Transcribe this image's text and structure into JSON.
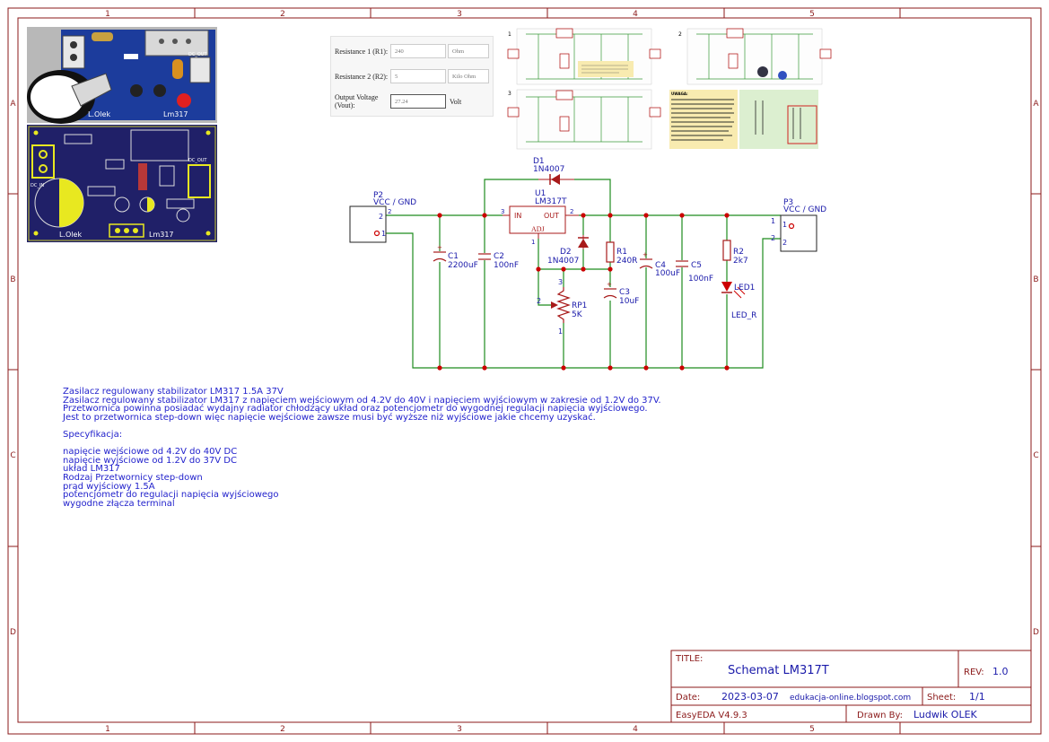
{
  "frame": {
    "columns": [
      "1",
      "2",
      "3",
      "4",
      "5"
    ],
    "rows": [
      "A",
      "B",
      "C",
      "D"
    ]
  },
  "title_block": {
    "title_label": "TITLE:",
    "title": "Schemat LM317T",
    "rev_label": "REV:",
    "rev": "1.0",
    "date_label": "Date:",
    "date": "2023-03-07",
    "site": "edukacja-online.blogspot.com",
    "sheet_label": "Sheet:",
    "sheet": "1/1",
    "tool": "EasyEDA V4.9.3",
    "drawn_label": "Drawn By:",
    "drawn_by": "Ludwik OLEK"
  },
  "calculator": {
    "r1_label": "Resistance 1 (R1):",
    "r1_value": "240",
    "r1_unit": "Ohm",
    "r2_label": "Resistance 2 (R2):",
    "r2_value": "5",
    "r2_unit": "Kilo Ohm",
    "vout_label": "Output Voltage (Vout):",
    "vout_value": "27.24",
    "vout_unit": "Volt"
  },
  "pcb_labels": {
    "author": "L.Olek",
    "model_top": "Lm317",
    "model_bottom": "Lm317",
    "dc_in": "DC_IN",
    "dc_out": "DC_OUT"
  },
  "schematic": {
    "p2_ref": "P2",
    "p2_name": "VCC / GND",
    "p3_ref": "P3",
    "p3_name": "VCC / GND",
    "d1_ref": "D1",
    "d1_val": "1N4007",
    "u1_ref": "U1",
    "u1_val": "LM317T",
    "u1_in": "IN",
    "u1_out": "OUT",
    "u1_adj": "ADJ",
    "d2_ref": "D2",
    "d2_val": "1N4007",
    "c1_ref": "C1",
    "c1_val": "2200uF",
    "c2_ref": "C2",
    "c2_val": "100nF",
    "r1_ref": "R1",
    "r1_val": "240R",
    "c3_ref": "C3",
    "c3_val": "10uF",
    "c4_ref": "C4",
    "c4_val": "100uF",
    "c5_ref": "C5",
    "c5_val": "100nF",
    "r2_ref": "R2",
    "r2_val": "2k7",
    "led_ref": "LED1",
    "led_val": "LED_R",
    "rp1_ref": "RP1",
    "rp1_val": "5K",
    "pin1": "1",
    "pin2": "2",
    "pin3": "3"
  },
  "description": {
    "lines": [
      "Zasilacz regulowany stabilizator LM317 1.5A 37V",
      "Zasilacz regulowany stabilizator LM317 z napięciem wejściowym od 4.2V do 40V i napięciem wyjściowym w zakresie od 1.2V do 37V.",
      "Przetwornica powinna posiadać wydajny radiator chłodzący układ oraz potencjometr do wygodnej regulacji napięcia wyjściowego.",
      "Jest to przetwornica step-down więc napięcie wejściowe zawsze musi być wyższe niż wyjściowe jakie chcemy uzyskać."
    ],
    "spec_title": "Specyfikacja:",
    "specs": [
      "napięcie wejściowe od 4.2V do 40V DC",
      "napięcie wyjściowe od 1.2V do 37V DC",
      "układ LM317",
      "Rodzaj Przetwornicy step-down",
      "prąd wyjściowy 1.5A",
      "potencjometr do regulacji napięcia wyjściowego",
      "wygodne złącza terminal"
    ]
  },
  "mini_schematics": {
    "labels": [
      "1",
      "2",
      "3"
    ],
    "note_title": "UWAGA:"
  },
  "colors": {
    "frame": "#8b1a1a",
    "wire": "#1e8c1e",
    "component": "#a81a1a",
    "text": "#1a1aaa",
    "junction": "#cc0000"
  }
}
